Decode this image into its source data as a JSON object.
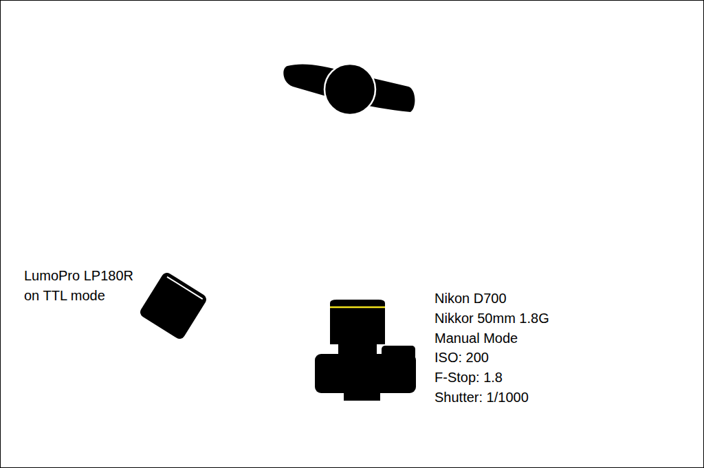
{
  "diagram": {
    "labels": [
      "LumoPro LP180R on TTL mode",
      "Nikon D700",
      "Nikkor 50mm 1.8G",
      "Manual Mode",
      "ISO: 200",
      "F-Stop: 1.8",
      "Shutter: 1/1000"
    ]
  }
}
